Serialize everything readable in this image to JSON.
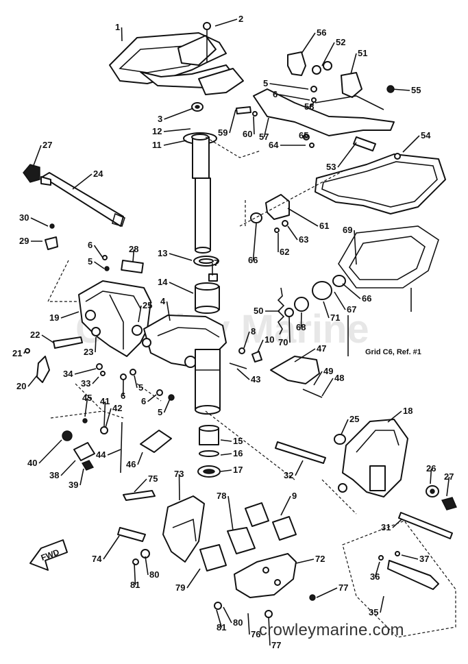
{
  "diagram": {
    "watermark": "Crowley Marine",
    "footer_url": "crowleymarine.com",
    "note": "Grid C6, Ref. #1",
    "fwd_label": "FWD",
    "part_labels": [
      "1",
      "2",
      "3",
      "12",
      "11",
      "27",
      "24",
      "30",
      "29",
      "6",
      "5",
      "28",
      "13",
      "7",
      "14",
      "4",
      "19",
      "25",
      "22",
      "23",
      "21",
      "20",
      "34",
      "33",
      "6",
      "5",
      "6",
      "5",
      "45",
      "41",
      "42",
      "40",
      "44",
      "46",
      "38",
      "39",
      "75",
      "73",
      "74",
      "80",
      "81",
      "79",
      "78",
      "9",
      "72",
      "77",
      "81",
      "80",
      "76",
      "77",
      "15",
      "16",
      "17",
      "32",
      "25",
      "18",
      "26",
      "27",
      "31",
      "37",
      "36",
      "35",
      "56",
      "52",
      "51",
      "5",
      "6",
      "58",
      "55",
      "59",
      "60",
      "57",
      "65",
      "64",
      "53",
      "54",
      "61",
      "63",
      "62",
      "66",
      "69",
      "66",
      "67",
      "71",
      "68",
      "70",
      "50",
      "8",
      "10",
      "47",
      "49",
      "48",
      "43"
    ]
  }
}
